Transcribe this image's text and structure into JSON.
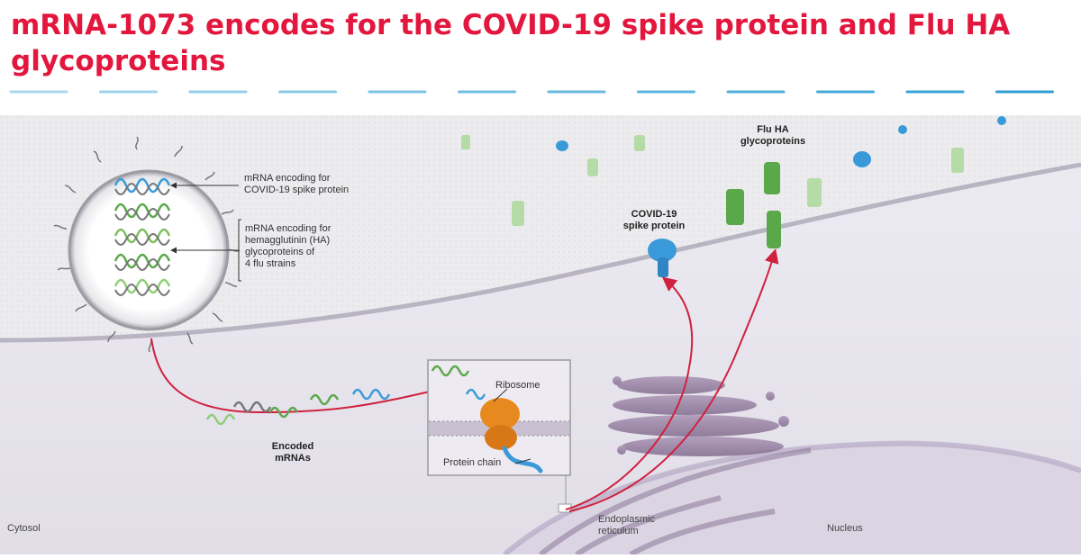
{
  "title": "mRNA-1073 encodes for the COVID-19 spike protein and Flu HA glycoproteins",
  "colors": {
    "title": "#e3173e",
    "dash_light": "#a9d8ee",
    "dash_dark": "#2f9fd6",
    "covid_spike": "#3a9ad9",
    "flu_ha": "#5aa84a",
    "ribosome": "#e8891f",
    "mrna_path": "#d0213f"
  },
  "labels": {
    "mrna_covid": [
      "mRNA encoding for",
      "COVID-19 spike protein"
    ],
    "mrna_ha": [
      "mRNA encoding for",
      "hemagglutinin (HA)",
      "glycoproteins of",
      "4 flu strains"
    ],
    "flu_ha": [
      "Flu HA",
      "glycoproteins"
    ],
    "covid_spike": [
      "COVID-19",
      "spike protein"
    ],
    "ribosome": "Ribosome",
    "protein_chain": "Protein chain",
    "encoded_mrnas": [
      "Encoded",
      "mRNAs"
    ],
    "er": [
      "Endoplasmic",
      "reticulum"
    ],
    "cytosol": "Cytosol",
    "nucleus": "Nucleus"
  }
}
